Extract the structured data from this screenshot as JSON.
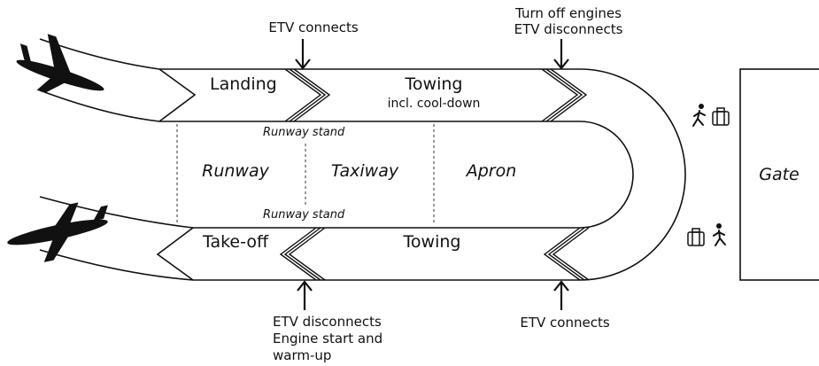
{
  "phases": {
    "landing": "Landing",
    "towing_inbound": "Towing",
    "towing_inbound_note": "incl. cool-down",
    "takeoff": "Take-off",
    "towing_outbound": "Towing"
  },
  "zones": {
    "runway": "Runway",
    "taxiway": "Taxiway",
    "apron": "Apron",
    "gate": "Gate",
    "runway_stand_top": "Runway stand",
    "runway_stand_bottom": "Runway stand"
  },
  "events": {
    "etv_connects_top": "ETV connects",
    "turn_off_line1": "Turn off engines",
    "turn_off_line2": "ETV disconnects",
    "etv_disconnects_line1": "ETV disconnects",
    "etv_disconnects_line2": "Engine start and",
    "etv_disconnects_line3": "warm-up",
    "etv_connects_bottom": "ETV connects"
  },
  "icons": [
    "airplane-landing-icon",
    "airplane-takeoff-icon",
    "passenger-walking-icon",
    "luggage-icon"
  ]
}
